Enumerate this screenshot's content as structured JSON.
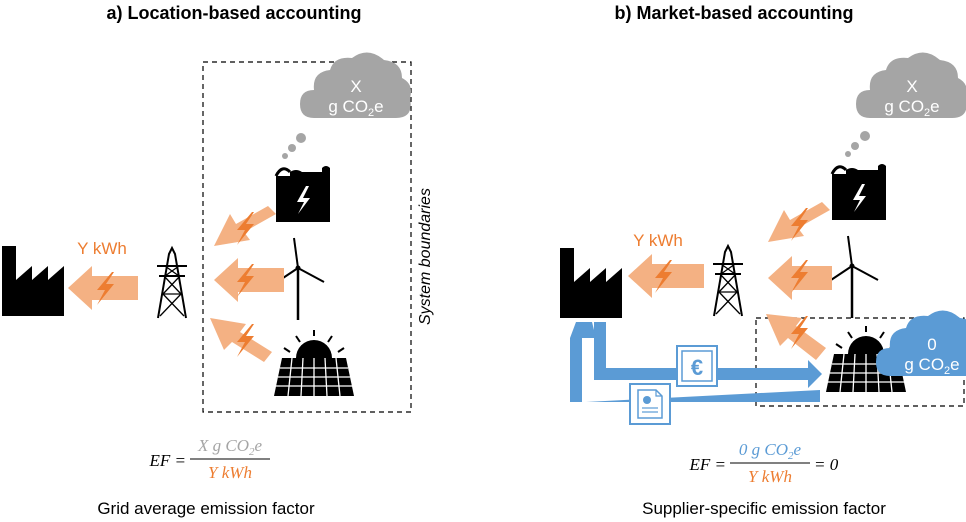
{
  "colors": {
    "orange": "#ED7D31",
    "orange_light": "#F4B183",
    "blue": "#5B9BD5",
    "gray": "#A5A5A5",
    "black": "#000000"
  },
  "icons": [
    "factory-icon",
    "power-plant-icon",
    "wind-turbine-icon",
    "solar-panel-icon",
    "transmission-tower-icon",
    "lightning-icon",
    "cloud-icon",
    "euro-certificate-icon",
    "document-certificate-icon"
  ],
  "panel_a": {
    "title": "a) Location-based accounting",
    "energy_label": "Y kWh",
    "cloud": {
      "line1": "X",
      "line2_prefix": "g CO",
      "line2_sub": "2",
      "line2_suffix": "e"
    },
    "system_boundaries": "System boundaries",
    "formula": {
      "lhs": "EF =",
      "numerator_prefix": "X g CO",
      "numerator_sub": "2",
      "numerator_suffix": "e",
      "denominator": "Y kWh"
    },
    "caption": "Grid average emission factor"
  },
  "panel_b": {
    "title": "b) Market-based accounting",
    "energy_label": "Y kWh",
    "cloud_gray": {
      "line1": "X",
      "line2_prefix": "g CO",
      "line2_sub": "2",
      "line2_suffix": "e"
    },
    "cloud_blue": {
      "line1": "0",
      "line2_prefix": "g CO",
      "line2_sub": "2",
      "line2_suffix": "e"
    },
    "euro_symbol": "€",
    "formula": {
      "lhs": "EF =",
      "numerator_prefix": "0 g CO",
      "numerator_sub": "2",
      "numerator_suffix": "e",
      "denominator": "Y kWh",
      "rhs": "= 0"
    },
    "caption": "Supplier-specific emission factor"
  }
}
